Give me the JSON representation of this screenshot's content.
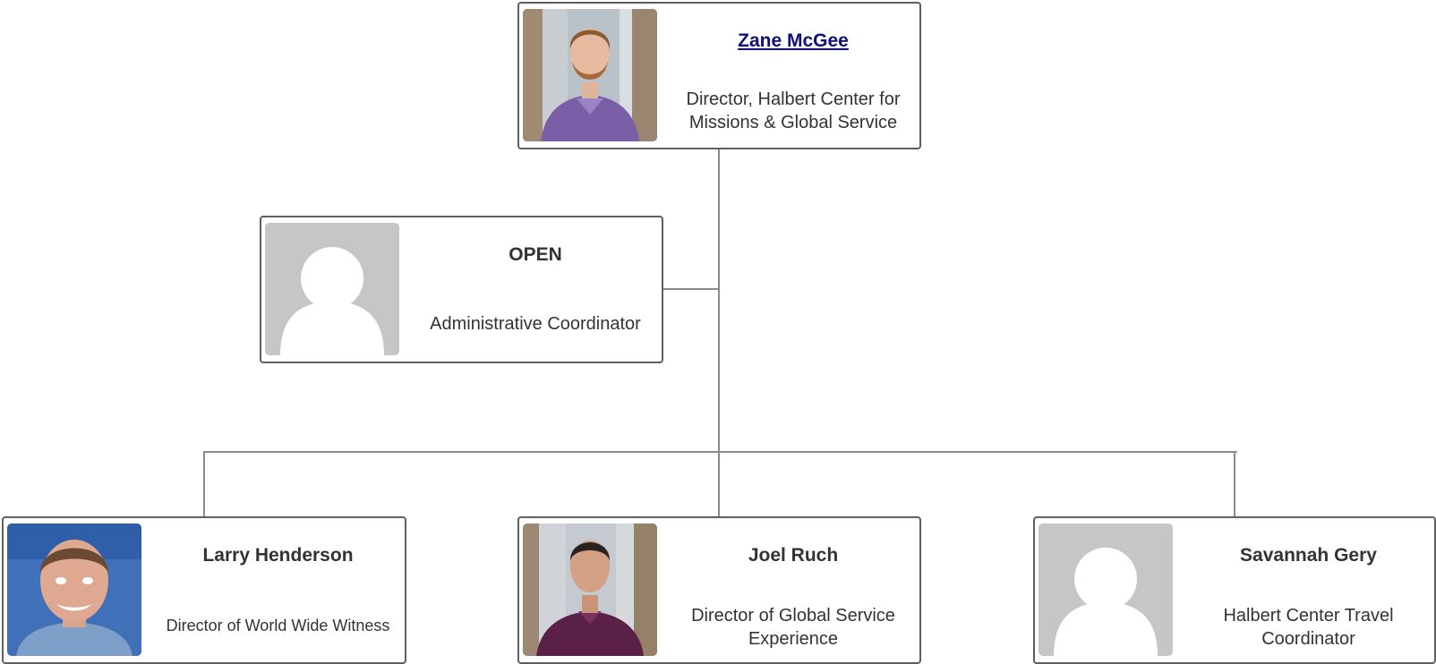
{
  "nodes": {
    "zane": {
      "name": "Zane McGee",
      "title": "Director, Halbert Center for Missions & Global Service",
      "photo": "photo"
    },
    "open": {
      "name": "OPEN",
      "title": "Administrative Coordinator",
      "photo": "placeholder"
    },
    "larry": {
      "name": "Larry Henderson",
      "title": "Director of World Wide Witness",
      "photo": "photo"
    },
    "joel": {
      "name": "Joel Ruch",
      "title": "Director of Global Service Experience",
      "photo": "photo"
    },
    "savannah": {
      "name": "Savannah Gery",
      "title": "Halbert Center Travel Coordinator",
      "photo": "placeholder"
    }
  },
  "colors": {
    "link": "#10107a",
    "text": "#333333",
    "border": "#5f5f5f",
    "connector": "#8a8a8a",
    "placeholder_bg": "#c6c6c6"
  }
}
